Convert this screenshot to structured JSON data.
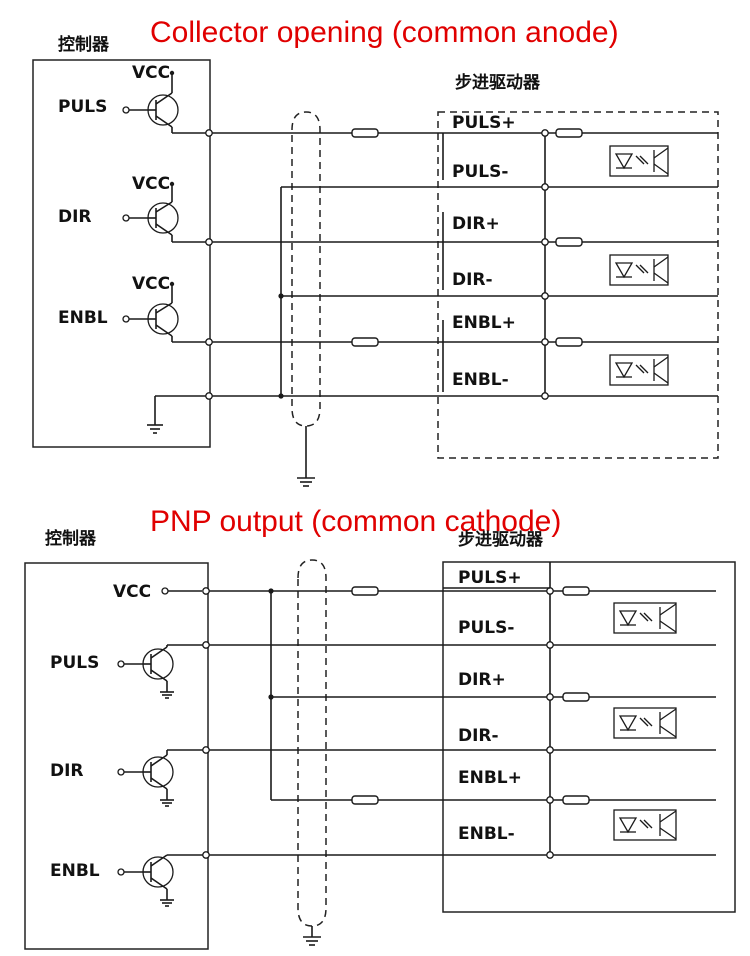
{
  "top": {
    "title": "Collector opening (common anode)",
    "controller_label": "控制器",
    "driver_label": "步进驱动器",
    "vcc": [
      "VCC",
      "VCC",
      "VCC"
    ],
    "signals": [
      "PULS",
      "DIR",
      "ENBL"
    ],
    "driver_pins": [
      "PULS+",
      "PULS-",
      "DIR+",
      "DIR-",
      "ENBL+",
      "ENBL-"
    ]
  },
  "bottom": {
    "title": "PNP output (common cathode)",
    "controller_label": "控制器",
    "driver_label": "步进驱动器",
    "vcc": "VCC",
    "signals": [
      "PULS",
      "DIR",
      "ENBL"
    ],
    "driver_pins": [
      "PULS+",
      "PULS-",
      "DIR+",
      "DIR-",
      "ENBL+",
      "ENBL-"
    ]
  },
  "colors": {
    "title": "#e00000",
    "line": "#1a1a1a",
    "background": "#ffffff"
  }
}
